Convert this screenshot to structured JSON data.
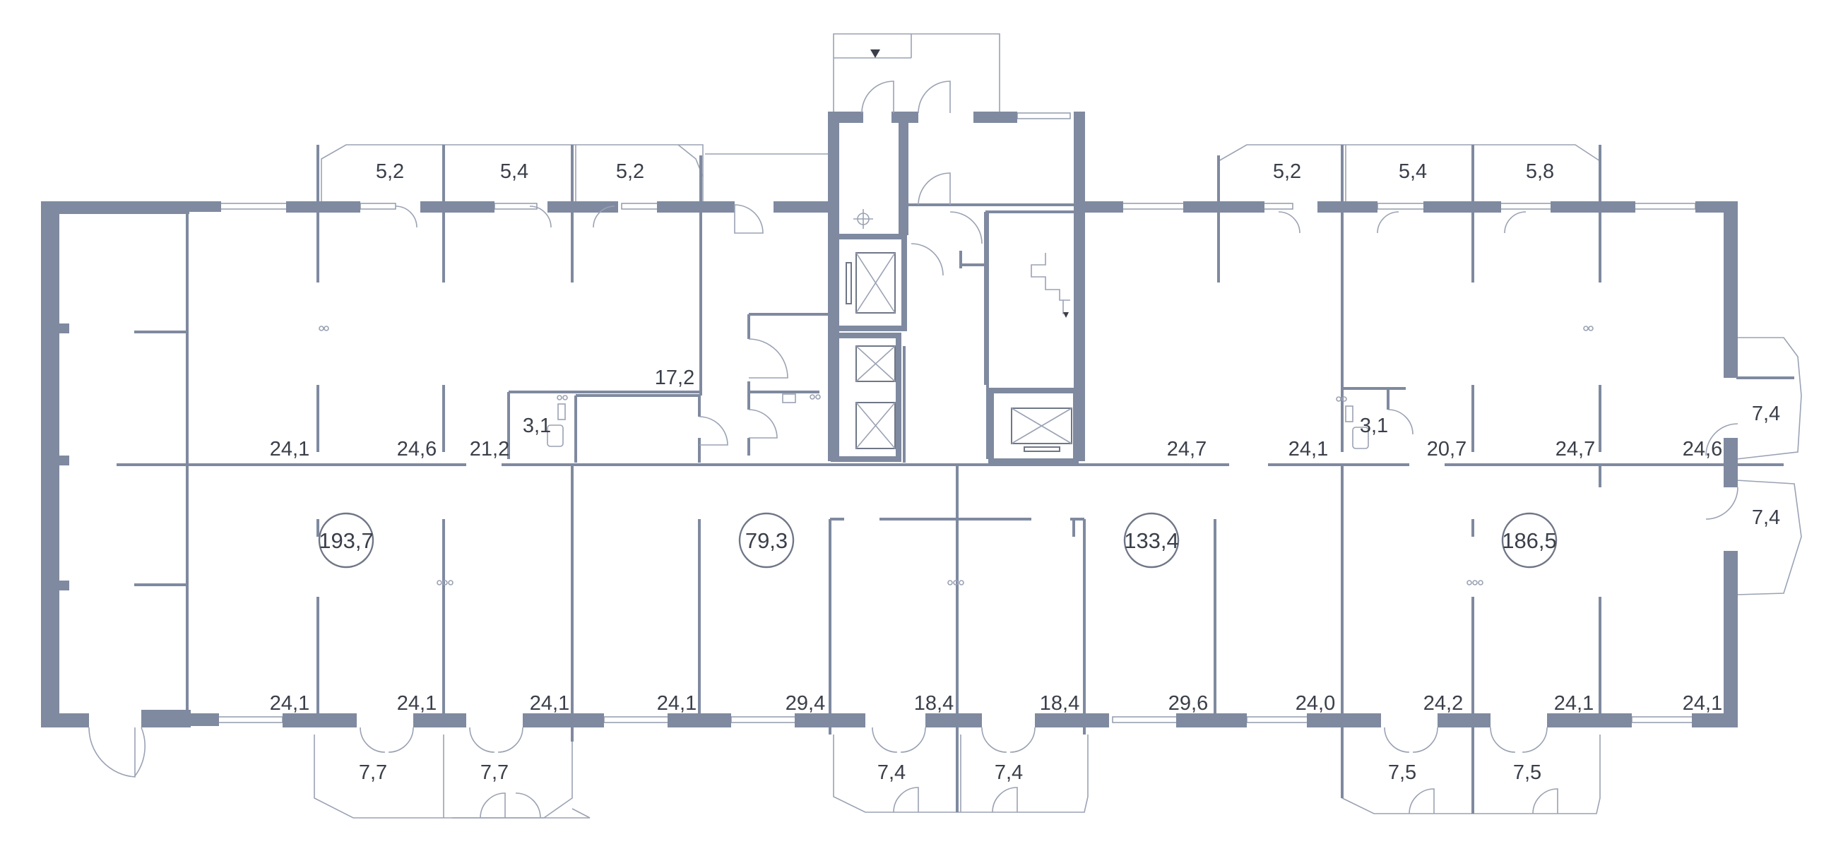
{
  "colors": {
    "wall": "#7f8aa0",
    "text": "#3a3f4a",
    "line": "#9aa2b3"
  },
  "units": [
    {
      "id": "unit-1",
      "area": "193,7"
    },
    {
      "id": "unit-2",
      "area": "79,3"
    },
    {
      "id": "unit-3",
      "area": "133,4"
    },
    {
      "id": "unit-4",
      "area": "186,5"
    }
  ],
  "labels": {
    "top_balconies": [
      "5,2",
      "5,4",
      "5,2",
      "5,2",
      "5,4",
      "5,8"
    ],
    "hall": "17,2",
    "wc_left": "3,1",
    "wc_right": "3,1",
    "mid_row": [
      "24,1",
      "24,6",
      "21,2",
      "24,7",
      "24,1",
      "20,7",
      "24,7",
      "24,6"
    ],
    "side_balconies": [
      "7,4",
      "7,4"
    ],
    "bottom_row": [
      "24,1",
      "24,1",
      "24,1",
      "24,1",
      "29,4",
      "18,4",
      "18,4",
      "29,6",
      "24,0",
      "24,2",
      "24,1",
      "24,1"
    ],
    "bottom_balconies": [
      "7,7",
      "7,7",
      "7,4",
      "7,4",
      "7,5",
      "7,5"
    ]
  }
}
